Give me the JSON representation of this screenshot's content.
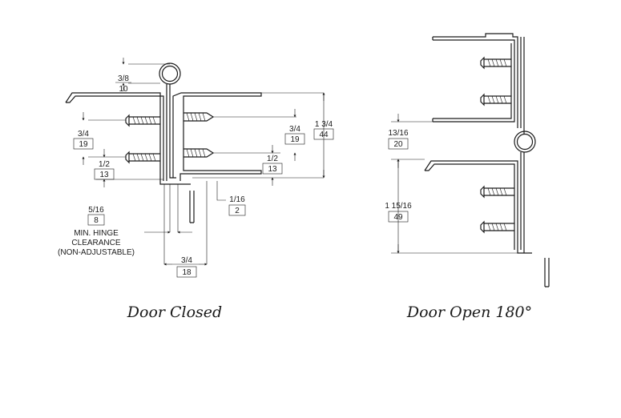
{
  "closed": {
    "caption": "Door Closed",
    "dims": {
      "d38": {
        "frac": "3/8",
        "mm": "10"
      },
      "d34l": {
        "frac": "3/4",
        "mm": "19"
      },
      "d12l": {
        "frac": "1/2",
        "mm": "13"
      },
      "d516": {
        "frac": "5/16",
        "mm": "8"
      },
      "d34b": {
        "frac": "3/4",
        "mm": "18"
      },
      "d116": {
        "frac": "1/16",
        "mm": "2"
      },
      "d34r": {
        "frac": "3/4",
        "mm": "19"
      },
      "d12r": {
        "frac": "1/2",
        "mm": "13"
      },
      "d134": {
        "frac": "1 3/4",
        "mm": "44"
      }
    },
    "clearance_lines": [
      "MIN. HINGE",
      "CLEARANCE",
      "(NON-ADJUSTABLE)"
    ]
  },
  "open": {
    "caption": "Door Open 180°",
    "dims": {
      "d1316": {
        "frac": "13/16",
        "mm": "20"
      },
      "d11516": {
        "frac": "1 15/16",
        "mm": "49"
      }
    }
  }
}
